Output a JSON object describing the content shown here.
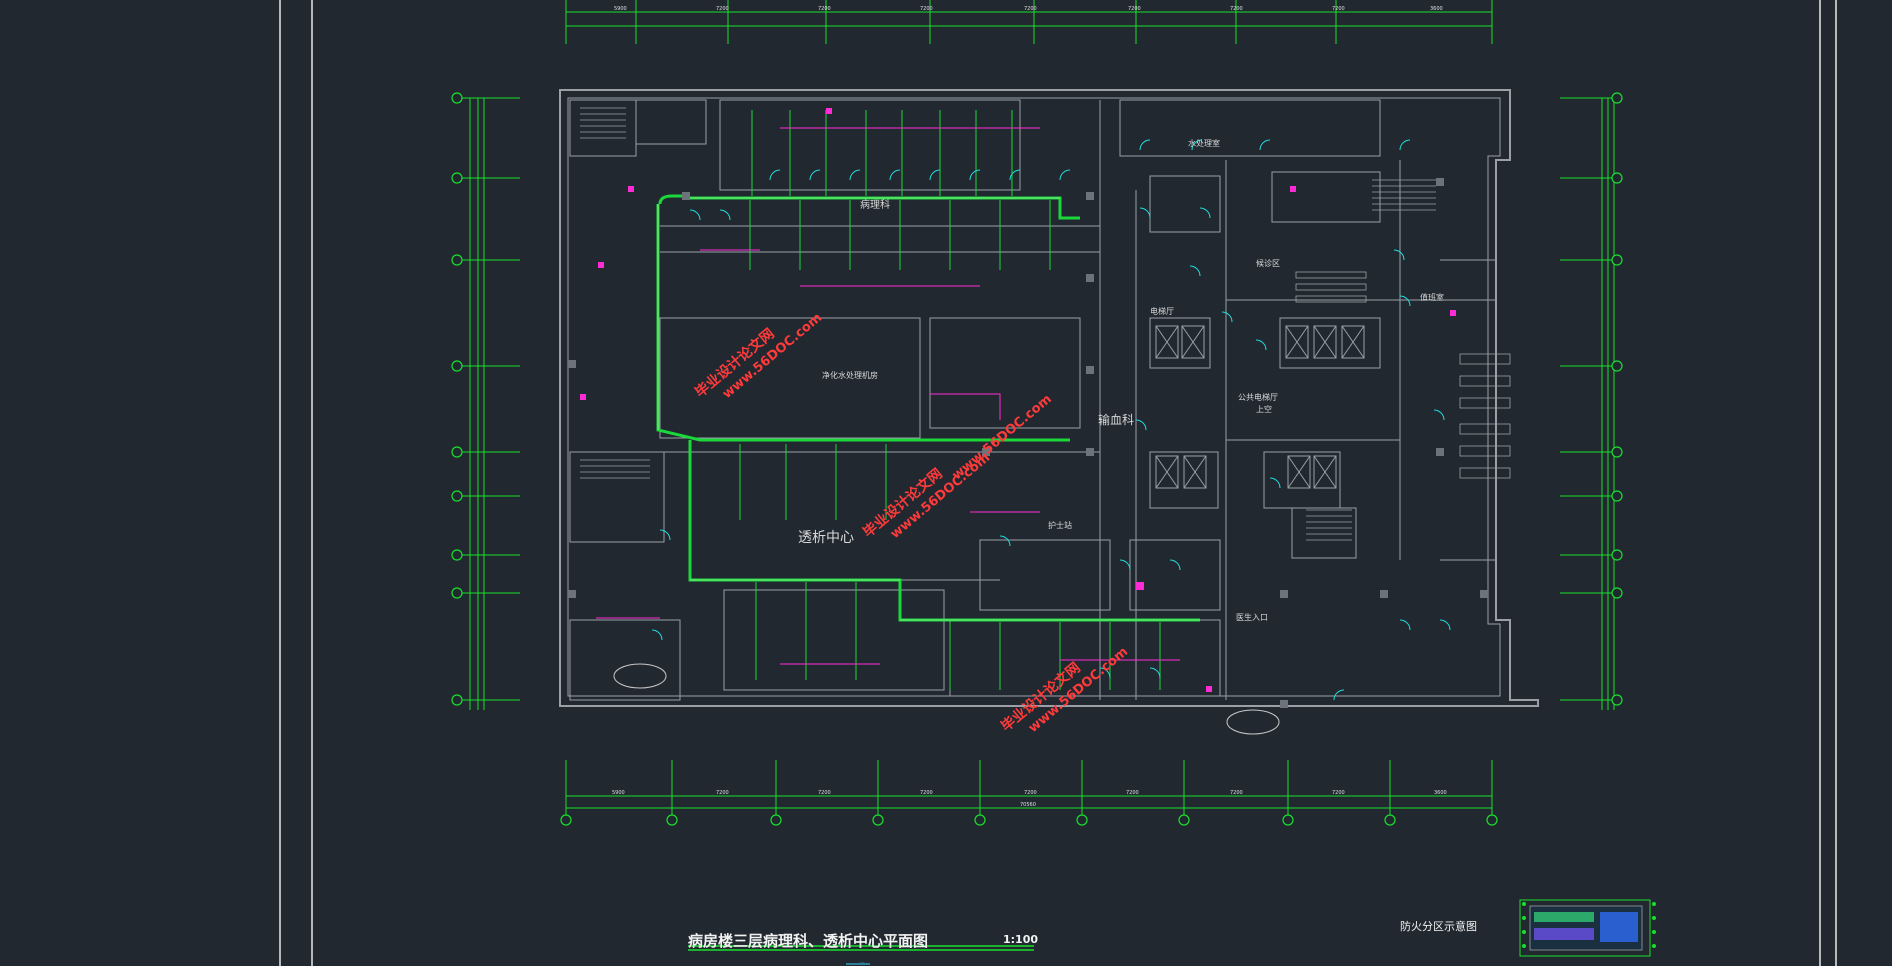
{
  "drawing": {
    "title": "病房楼三层病理科、透析中心平面图",
    "scale": "1:100",
    "fire_zone_label": "防火分区示意图",
    "sub_note": "..."
  },
  "dimensions": {
    "top": [
      "5900",
      "7200",
      "7200",
      "7200",
      "7200",
      "7200",
      "7200",
      "7200",
      "3600"
    ],
    "bottom": [
      "5900",
      "7200",
      "7200",
      "7200",
      "7200",
      "7200",
      "7200",
      "7200",
      "3600"
    ],
    "bottom_total": "70560"
  },
  "rooms": {
    "pathology": "病理科",
    "dialysis": "透析中心",
    "transfusion": "输血科",
    "purification": "净化水处理机房",
    "upper_lobby": "上空",
    "public_hall": "公共电梯厅",
    "waiting": "候诊区",
    "nurse_station": "护士站",
    "entrance": "医生入口",
    "water_room": "水处理室",
    "duty": "值班室",
    "elevator_hall": "电梯厅"
  },
  "watermarks": [
    {
      "cn": "毕业设计论文网",
      "url": "www.56DOC.com"
    },
    {
      "cn": "毕业设计论文网",
      "url": "www.56DOC.com"
    },
    {
      "cn": "毕业设计论文网",
      "url": "www.56DOC.com"
    },
    {
      "cn": "毕业设计论文网",
      "url": "www.56DOC.com"
    }
  ],
  "colors": {
    "background": "#212830",
    "wall": "#9aa0a6",
    "axis": "#19e02c",
    "duct": "#1bd83a",
    "pipe_magenta": "#ff2bd6",
    "door_cyan": "#22e0e0",
    "watermark": "#ff3a3a"
  }
}
